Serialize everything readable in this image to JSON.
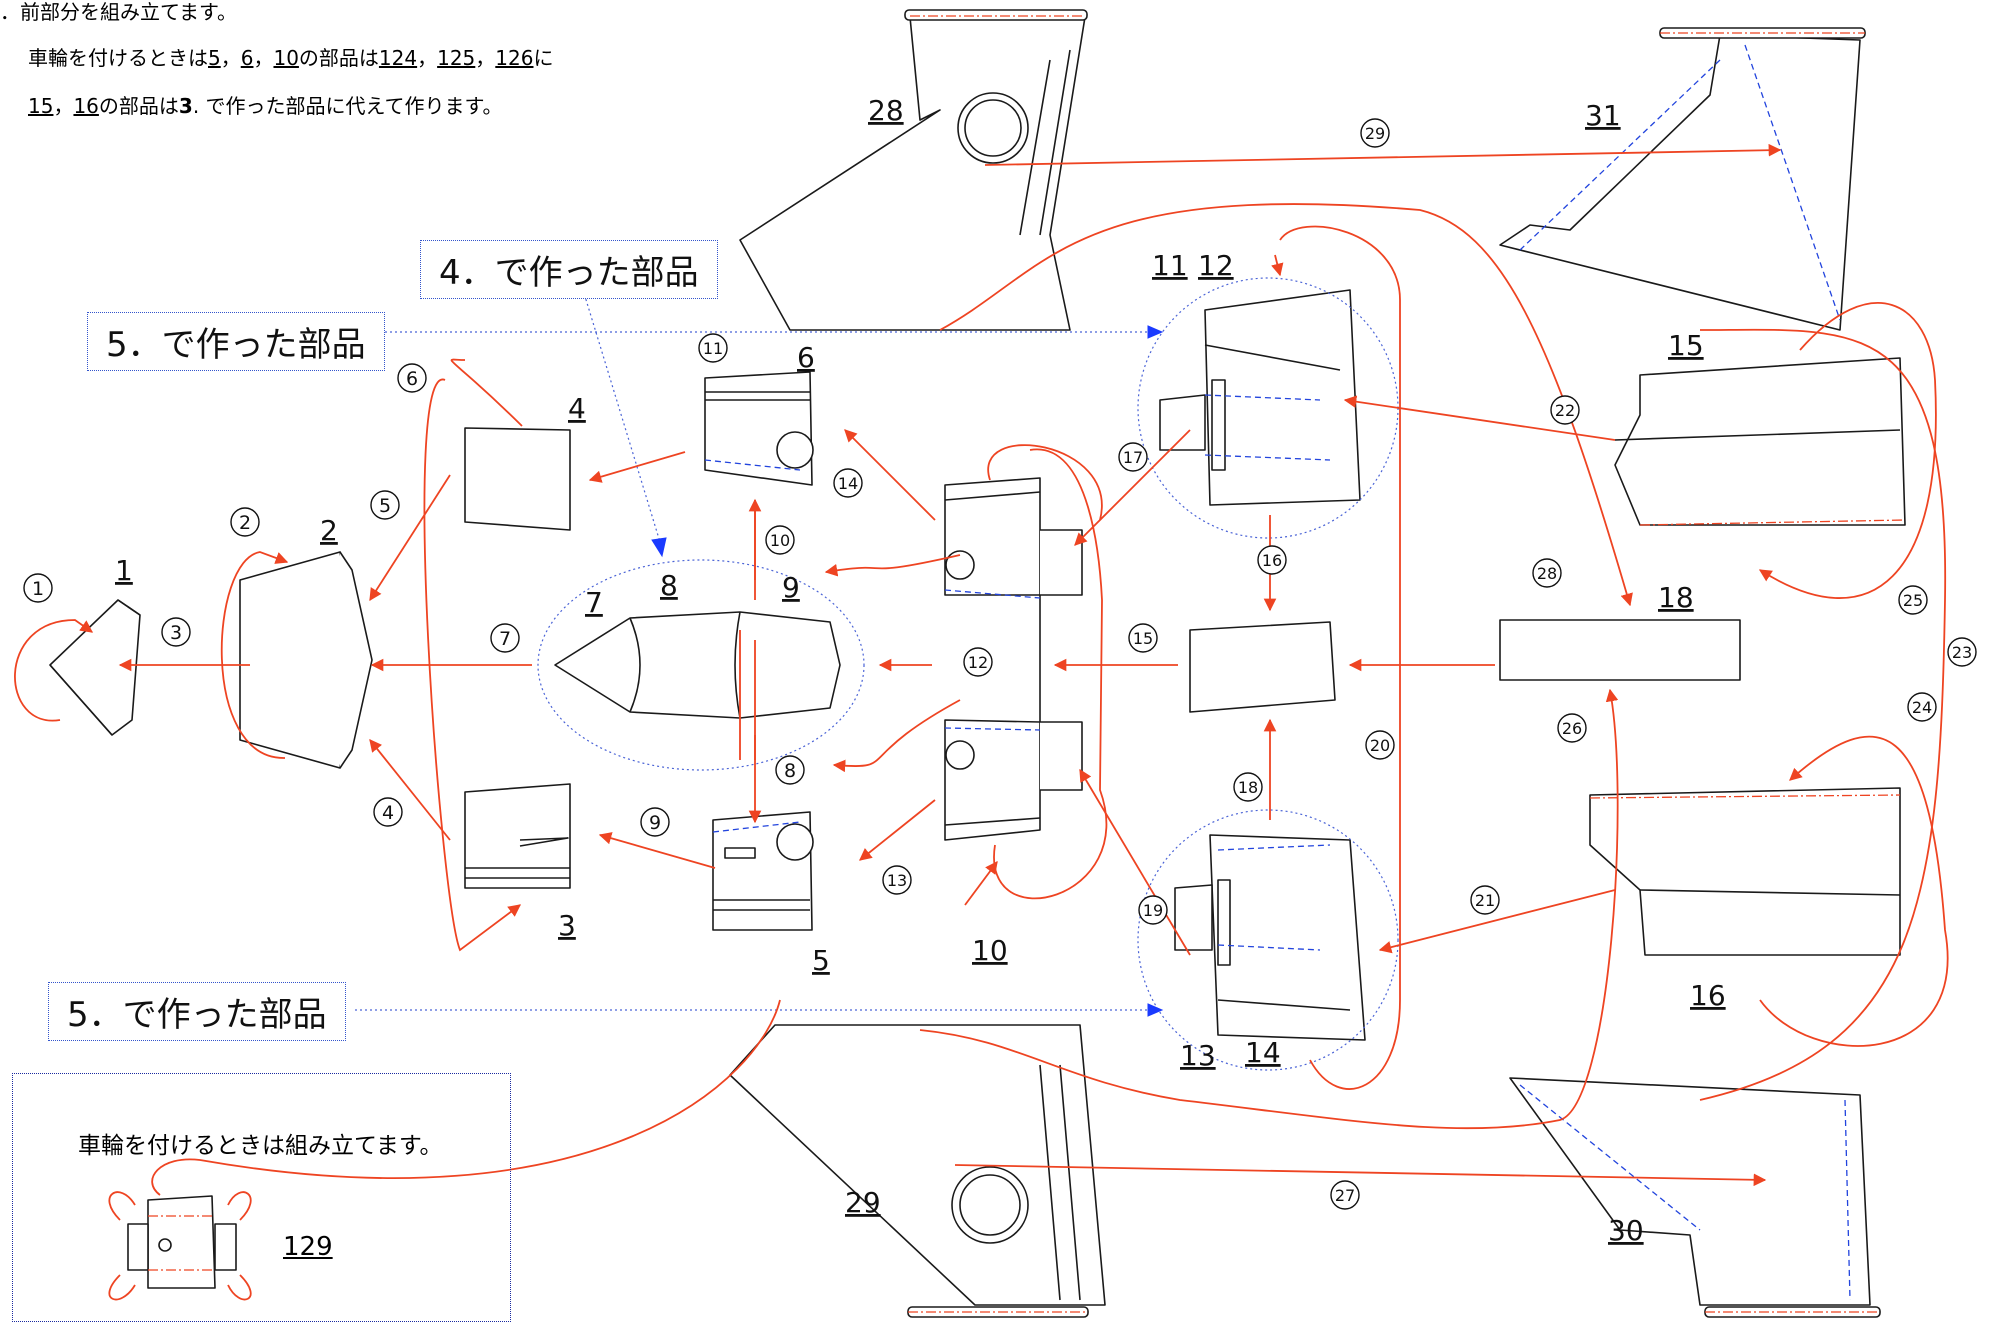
{
  "instructions": {
    "line1": "．前部分を組み立てます。",
    "line2": [
      "車輪を付けるときは",
      "5",
      "，",
      "6",
      "，",
      "10",
      "の部品は",
      "124",
      "，",
      "125",
      "，",
      "126",
      "に"
    ],
    "line3": [
      "15",
      "，",
      "16",
      "の部品は",
      "3",
      ". で作った部品に代えて作ります。"
    ]
  },
  "callouts": {
    "made_in_4": "4．で作った部品",
    "made_in_5_top": "5．で作った部品",
    "made_in_5_bottom": "5．で作った部品"
  },
  "wheel_note": {
    "text": "車輪を付けるときは組み立てます。",
    "part_number": "129"
  },
  "part_labels": [
    "1",
    "2",
    "3",
    "4",
    "5",
    "6",
    "7",
    "8",
    "9",
    "10",
    "11",
    "12",
    "13",
    "14",
    "15",
    "16",
    "18",
    "28",
    "29",
    "30",
    "31"
  ],
  "step_markers": [
    "1",
    "2",
    "3",
    "4",
    "5",
    "6",
    "7",
    "8",
    "9",
    "10",
    "11",
    "12",
    "13",
    "14",
    "15",
    "16",
    "17",
    "18",
    "19",
    "20",
    "21",
    "22",
    "23",
    "24",
    "25",
    "26",
    "27",
    "28",
    "29"
  ],
  "colors": {
    "line": "#1a1a1a",
    "arrow": "#ee4422",
    "fold_blue": "#2244dd",
    "dotted_circle": "#4a63d6"
  }
}
